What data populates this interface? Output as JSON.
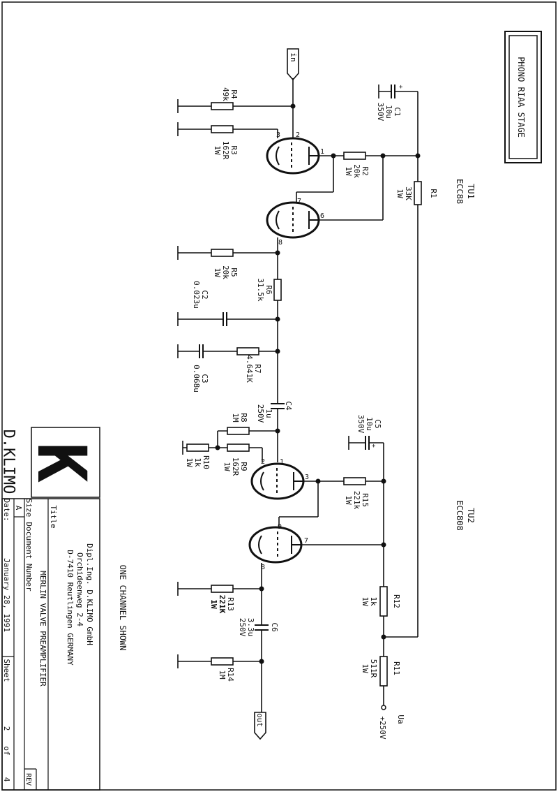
{
  "title_box": "PHONO RIAA STAGE",
  "note": "ONE CHANNEL SHOWN",
  "tubes": {
    "tu1": {
      "ref": "TU1",
      "type": "ECC88"
    },
    "tu2": {
      "ref": "TU2",
      "type": "ECC808"
    }
  },
  "pins": {
    "tu1a": [
      "2",
      "3",
      "1"
    ],
    "tu1b": [
      "7",
      "6",
      "8"
    ],
    "tu2a": [
      "2",
      "1",
      "3"
    ],
    "tu2b": [
      "9",
      "7",
      "8"
    ]
  },
  "ports": {
    "input": "in",
    "output": "out",
    "supply_name": "Ua",
    "supply_value": "+250V"
  },
  "components": {
    "R1": {
      "ref": "R1",
      "value": "33K",
      "rating": "1W"
    },
    "R2": {
      "ref": "R2",
      "value": "20k",
      "rating": "1W"
    },
    "R3": {
      "ref": "R3",
      "value": "162R",
      "rating": "1W"
    },
    "R4": {
      "ref": "R4",
      "value": "49k",
      "rating": ""
    },
    "R5": {
      "ref": "R5",
      "value": "20k",
      "rating": "1W"
    },
    "R6": {
      "ref": "R6",
      "value": "31.5k",
      "rating": ""
    },
    "R7": {
      "ref": "R7",
      "value": "4.641K",
      "rating": ""
    },
    "R8": {
      "ref": "R8",
      "value": "1M",
      "rating": ""
    },
    "R9": {
      "ref": "R9",
      "value": "162R",
      "rating": "1W"
    },
    "R10": {
      "ref": "R10",
      "value": "1k",
      "rating": "1W"
    },
    "R11": {
      "ref": "R11",
      "value": "511R",
      "rating": "1W"
    },
    "R12": {
      "ref": "R12",
      "value": "1k",
      "rating": "1W"
    },
    "R13": {
      "ref": "R13",
      "value": "221K",
      "rating": "1W"
    },
    "R14": {
      "ref": "R14",
      "value": "1M",
      "rating": ""
    },
    "R15": {
      "ref": "R15",
      "value": "221k",
      "rating": "1W"
    },
    "C1": {
      "ref": "C1",
      "value": "10u",
      "rating": "350V"
    },
    "C2": {
      "ref": "C2",
      "value": "0.023u",
      "rating": ""
    },
    "C3": {
      "ref": "C3",
      "value": "0.068u",
      "rating": ""
    },
    "C4": {
      "ref": "C4",
      "value": "1u",
      "rating": "250V"
    },
    "C5": {
      "ref": "C5",
      "value": "10u",
      "rating": "350V"
    },
    "C6": {
      "ref": "C6",
      "value": "3.3u",
      "rating": "250V"
    }
  },
  "logo": {
    "letter": "K",
    "name": "D.KLIMO"
  },
  "title_block": {
    "company_line1": "Dipl.Ing.  D.KLIMO GmbH",
    "company_line2": "Orchideenweg 2-4",
    "company_line3": "D-7410 Reutlingen    GERMANY",
    "title_label": "Title",
    "title": "MERLIN VALVE PREAMPLIFIER",
    "size_label": "Size",
    "size": "A",
    "doc_label": "Document Number",
    "rev_label": "REV",
    "date_label": "Date:",
    "date": "January 28, 1991",
    "sheet_label": "Sheet",
    "sheet": "2",
    "of_label": "of",
    "sheets_total": "4"
  }
}
